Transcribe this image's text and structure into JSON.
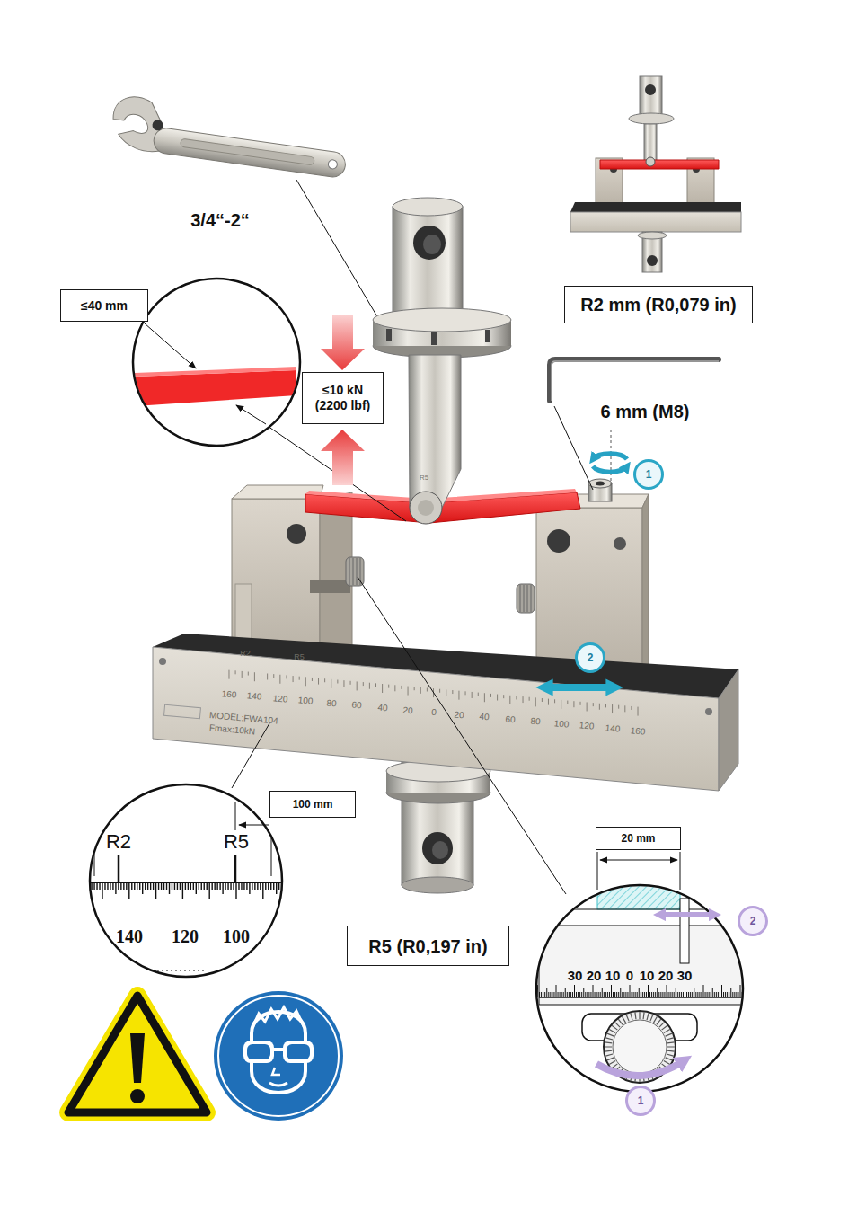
{
  "diagram": {
    "nodes": [
      {
        "text": [
          "≤40 mm"
        ]
      },
      {
        "text": [
          "R2 mm (R0,079 in)"
        ]
      },
      {
        "text": [
          "≤10 kN (2200 lbf)"
        ]
      },
      {
        "text": [
          "1"
        ]
      },
      {
        "text": [
          "2"
        ]
      },
      {
        "text": [
          "100 mm"
        ]
      },
      {
        "text": [
          "20 mm"
        ]
      },
      {
        "text": [
          "2"
        ]
      },
      {
        "text": [
          "R5 (R0,197 in)"
        ]
      },
      {
        "text": [
          "1"
        ]
      }
    ],
    "labels": [
      "3/4“-2“",
      "6 mm (M8)",
      "R5",
      "R2",
      "R5",
      "160",
      "140",
      "120",
      "100",
      "80",
      "60",
      "40",
      "20",
      "0",
      "20",
      "40",
      "60",
      "80",
      "100",
      "120",
      "140",
      "160",
      "MODEL:FWA104",
      "Fmax:10kN",
      "R2",
      "R5",
      "140",
      "120",
      "100",
      "30",
      "20",
      "10",
      "0",
      "10",
      "20",
      "30"
    ]
  }
}
